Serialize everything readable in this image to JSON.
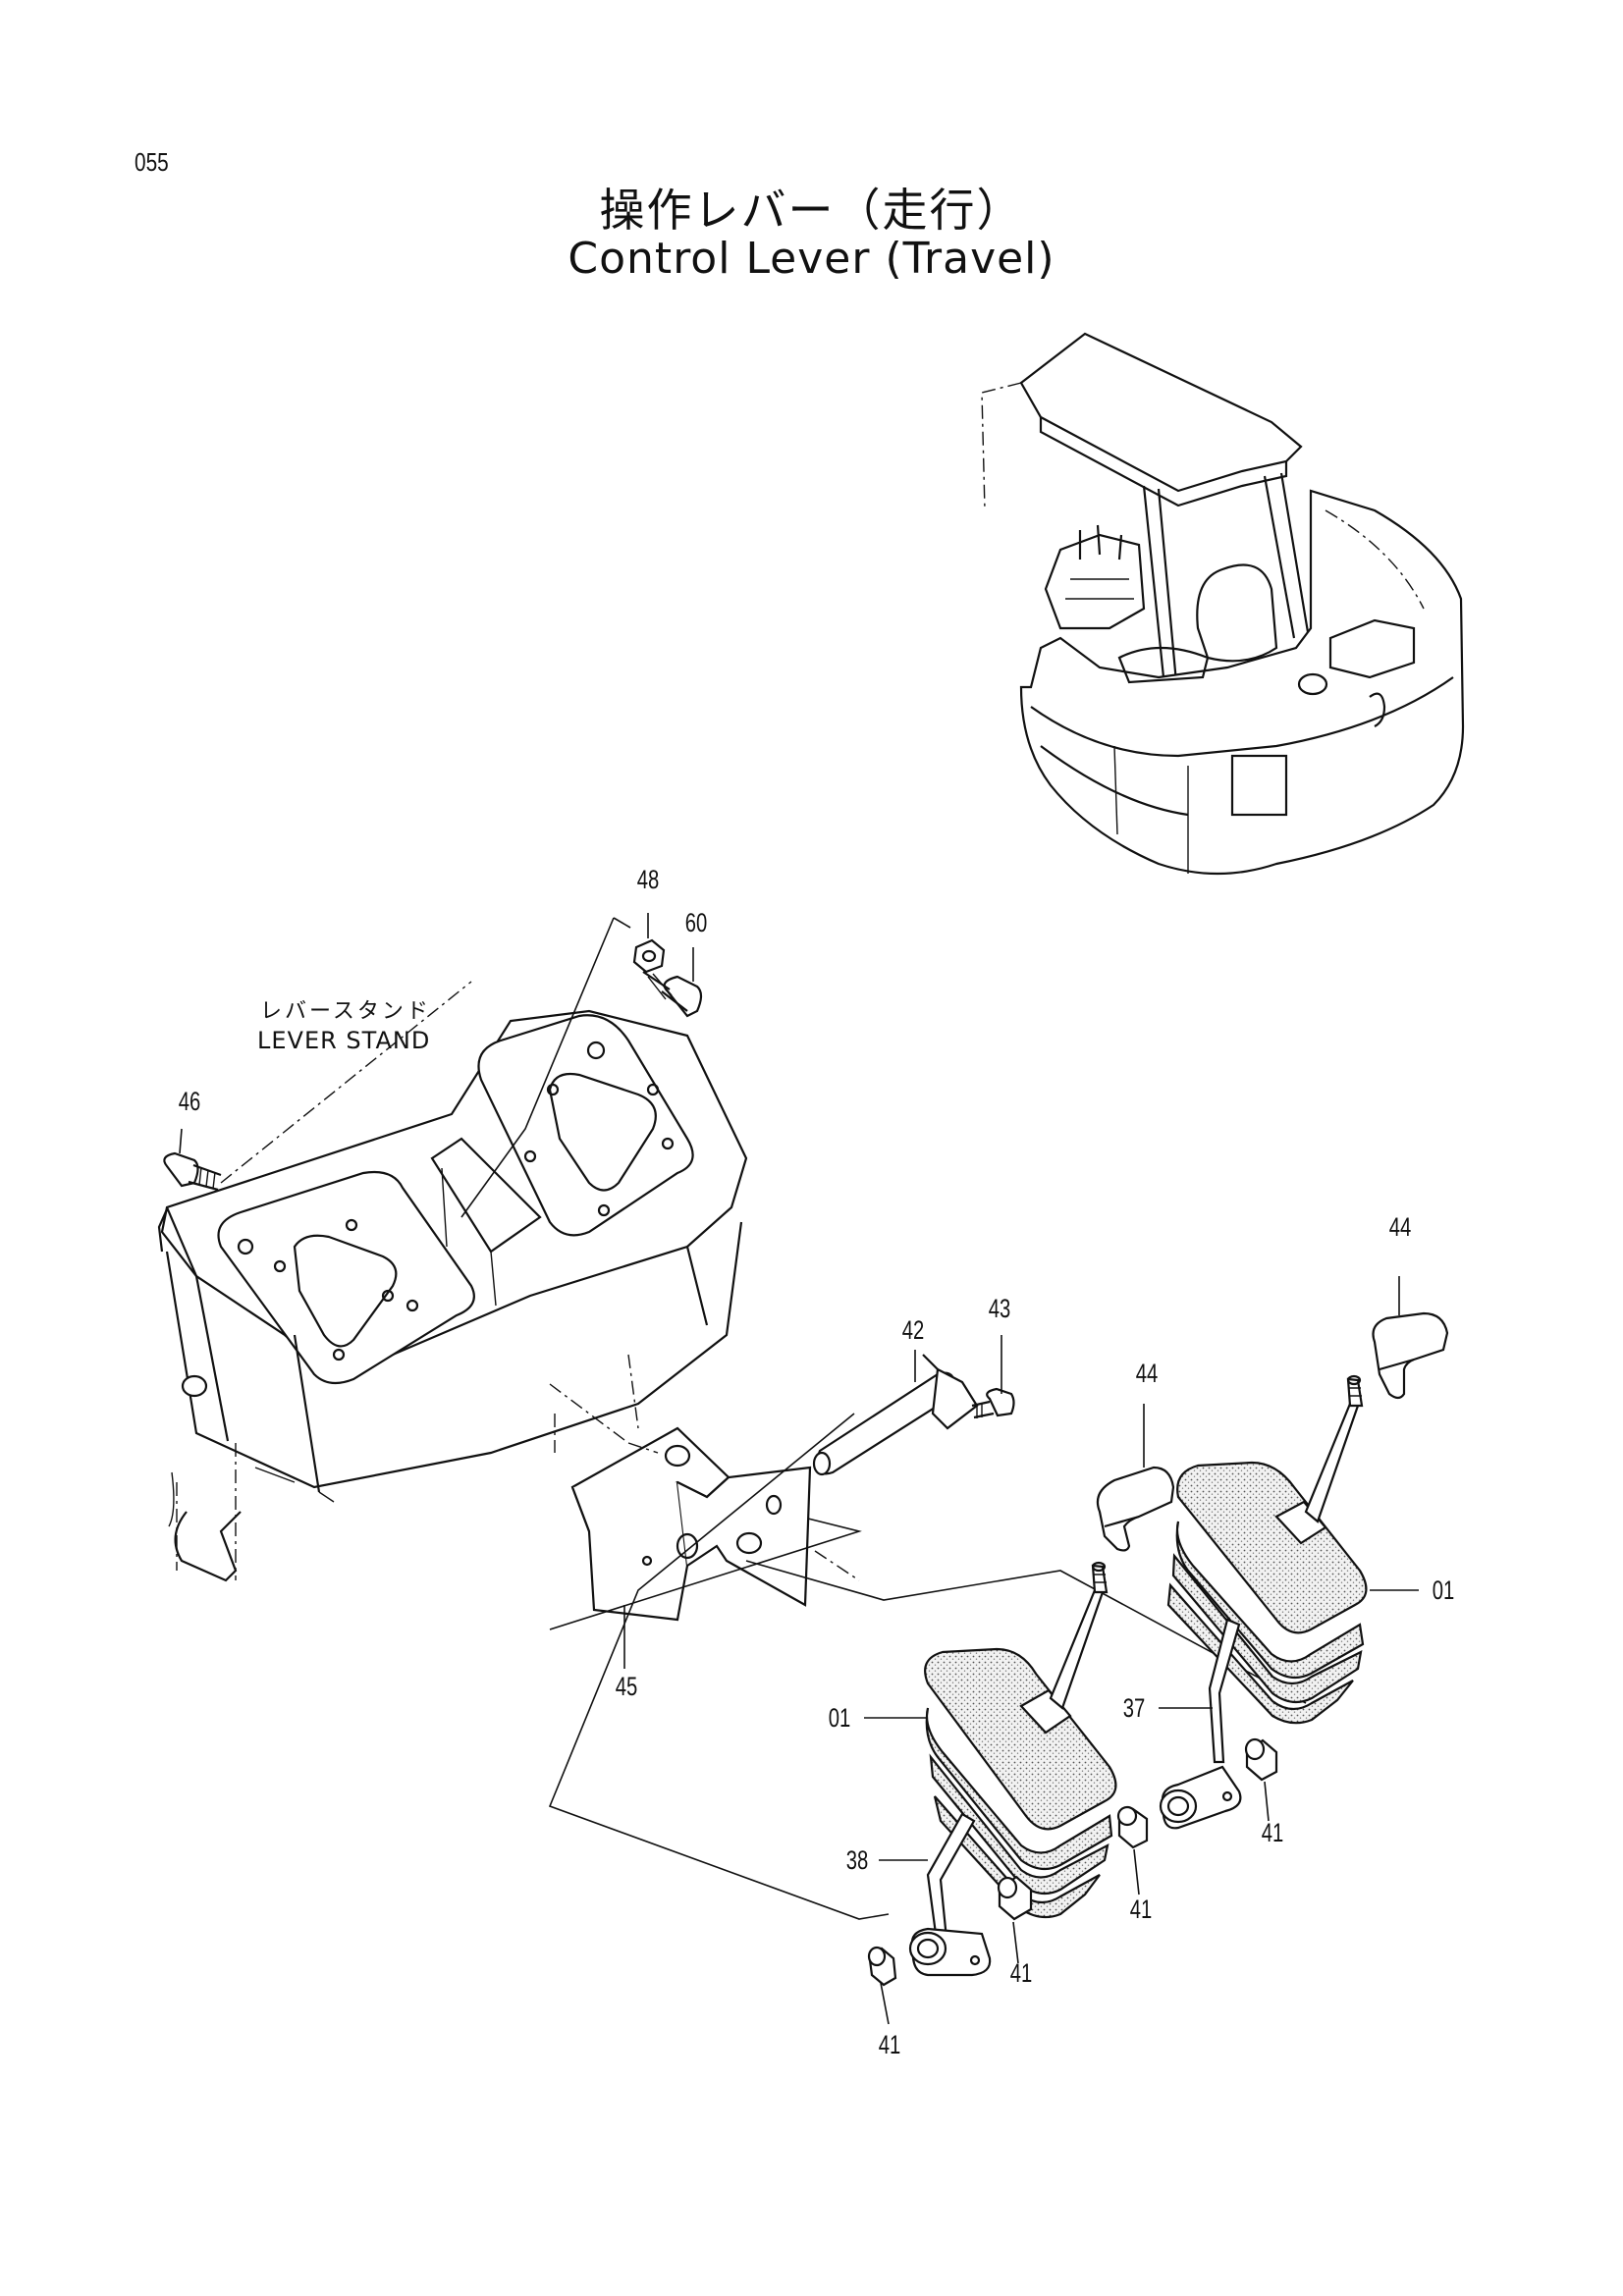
{
  "page": {
    "number": "055"
  },
  "title": {
    "japanese": "操作レバー（走行）",
    "english": "Control Lever (Travel)"
  },
  "labels": {
    "lever_stand_jp": "レバースタンド",
    "lever_stand_en": "LEVER STAND"
  },
  "callouts": {
    "c48": "48",
    "c60": "60",
    "c46": "46",
    "c44a": "44",
    "c44b": "44",
    "c43": "43",
    "c42": "42",
    "c45": "45",
    "c01a": "01",
    "c01b": "01",
    "c37": "37",
    "c38": "38",
    "c41a": "41",
    "c41b": "41",
    "c41c": "41",
    "c41d": "41"
  }
}
